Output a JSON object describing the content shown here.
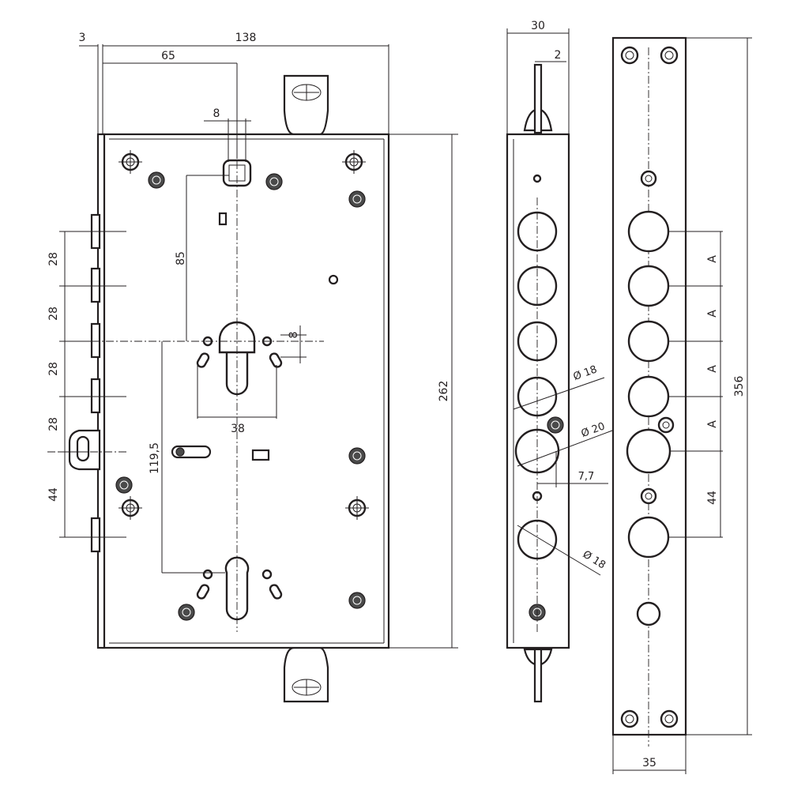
{
  "lock_body_front": {
    "dimensions": {
      "edge_offset": "3",
      "total_width": "138",
      "to_center": "65",
      "slot_width": "8",
      "height": "262",
      "upper_to_cylinder": "85",
      "pitch_1": "28",
      "pitch_2": "28",
      "pitch_3": "28",
      "pitch_4": "28",
      "latch_offset": "44",
      "cylinder_spacing": "119,5",
      "fixing_spacing": "38",
      "fixing_offset": "8"
    }
  },
  "lock_body_side": {
    "dimensions": {
      "depth": "30",
      "bolt_thickness": "2",
      "bolt_diameter_small": "Ø 18",
      "bolt_diameter_large": "Ø 20",
      "latch_offset": "7,7",
      "bolt_diameter_lower": "Ø 18"
    }
  },
  "faceplate": {
    "dimensions": {
      "pitch_1": "A",
      "pitch_2": "A",
      "pitch_3": "A",
      "pitch_4": "A",
      "latch_spacing": "44",
      "length": "356",
      "width": "35"
    }
  },
  "colors": {
    "line": "#231f20",
    "background": "#ffffff",
    "screw_fill": "#4a4a4a"
  }
}
